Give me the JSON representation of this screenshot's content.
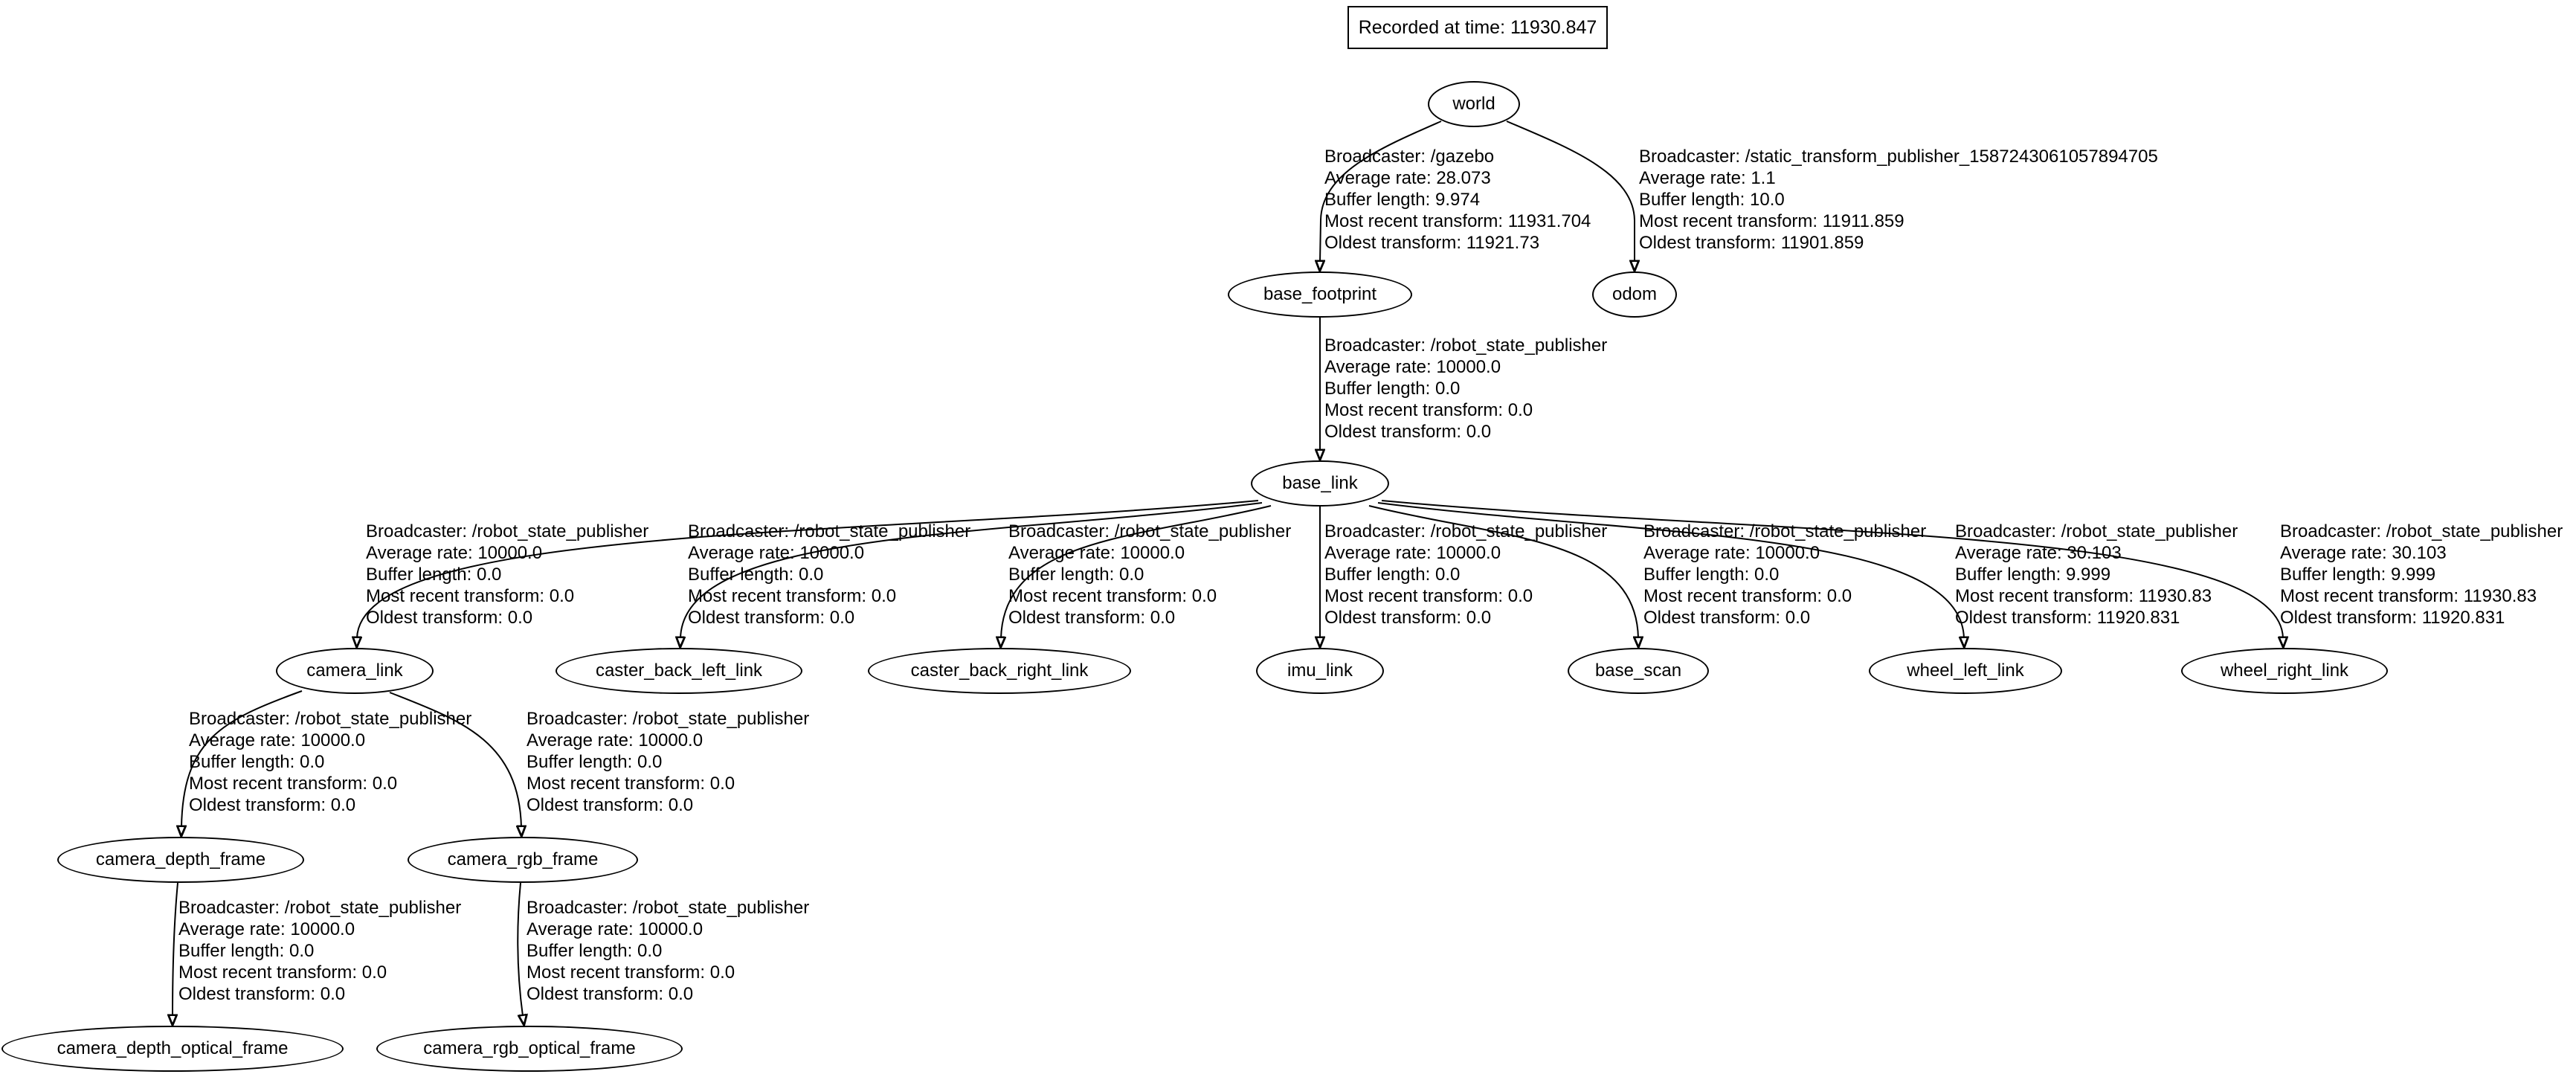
{
  "title": "Recorded at time: 11930.847",
  "nodes": {
    "world": "world",
    "base_footprint": "base_footprint",
    "odom": "odom",
    "base_link": "base_link",
    "camera_link": "camera_link",
    "caster_back_left_link": "caster_back_left_link",
    "caster_back_right_link": "caster_back_right_link",
    "imu_link": "imu_link",
    "base_scan": "base_scan",
    "wheel_left_link": "wheel_left_link",
    "wheel_right_link": "wheel_right_link",
    "camera_depth_frame": "camera_depth_frame",
    "camera_rgb_frame": "camera_rgb_frame",
    "camera_depth_optical_frame": "camera_depth_optical_frame",
    "camera_rgb_optical_frame": "camera_rgb_optical_frame"
  },
  "edges": [
    {
      "from": "world",
      "to": "base_footprint",
      "lines": [
        "Broadcaster: /gazebo",
        "Average rate: 28.073",
        "Buffer length: 9.974",
        "Most recent transform: 11931.704",
        "Oldest transform: 11921.73"
      ]
    },
    {
      "from": "world",
      "to": "odom",
      "lines": [
        "Broadcaster: /static_transform_publisher_1587243061057894705",
        "Average rate: 1.1",
        "Buffer length: 10.0",
        "Most recent transform: 11911.859",
        "Oldest transform: 11901.859"
      ]
    },
    {
      "from": "base_footprint",
      "to": "base_link",
      "lines": [
        "Broadcaster: /robot_state_publisher",
        "Average rate: 10000.0",
        "Buffer length: 0.0",
        "Most recent transform: 0.0",
        "Oldest transform: 0.0"
      ]
    },
    {
      "from": "base_link",
      "to": "camera_link",
      "lines": [
        "Broadcaster: /robot_state_publisher",
        "Average rate: 10000.0",
        "Buffer length: 0.0",
        "Most recent transform: 0.0",
        "Oldest transform: 0.0"
      ]
    },
    {
      "from": "base_link",
      "to": "caster_back_left_link",
      "lines": [
        "Broadcaster: /robot_state_publisher",
        "Average rate: 10000.0",
        "Buffer length: 0.0",
        "Most recent transform: 0.0",
        "Oldest transform: 0.0"
      ]
    },
    {
      "from": "base_link",
      "to": "caster_back_right_link",
      "lines": [
        "Broadcaster: /robot_state_publisher",
        "Average rate: 10000.0",
        "Buffer length: 0.0",
        "Most recent transform: 0.0",
        "Oldest transform: 0.0"
      ]
    },
    {
      "from": "base_link",
      "to": "imu_link",
      "lines": [
        "Broadcaster: /robot_state_publisher",
        "Average rate: 10000.0",
        "Buffer length: 0.0",
        "Most recent transform: 0.0",
        "Oldest transform: 0.0"
      ]
    },
    {
      "from": "base_link",
      "to": "base_scan",
      "lines": [
        "Broadcaster: /robot_state_publisher",
        "Average rate: 10000.0",
        "Buffer length: 0.0",
        "Most recent transform: 0.0",
        "Oldest transform: 0.0"
      ]
    },
    {
      "from": "base_link",
      "to": "wheel_left_link",
      "lines": [
        "Broadcaster: /robot_state_publisher",
        "Average rate: 30.103",
        "Buffer length: 9.999",
        "Most recent transform: 11930.83",
        "Oldest transform: 11920.831"
      ]
    },
    {
      "from": "base_link",
      "to": "wheel_right_link",
      "lines": [
        "Broadcaster: /robot_state_publisher",
        "Average rate: 30.103",
        "Buffer length: 9.999",
        "Most recent transform: 11930.83",
        "Oldest transform: 11920.831"
      ]
    },
    {
      "from": "camera_link",
      "to": "camera_depth_frame",
      "lines": [
        "Broadcaster: /robot_state_publisher",
        "Average rate: 10000.0",
        "Buffer length: 0.0",
        "Most recent transform: 0.0",
        "Oldest transform: 0.0"
      ]
    },
    {
      "from": "camera_link",
      "to": "camera_rgb_frame",
      "lines": [
        "Broadcaster: /robot_state_publisher",
        "Average rate: 10000.0",
        "Buffer length: 0.0",
        "Most recent transform: 0.0",
        "Oldest transform: 0.0"
      ]
    },
    {
      "from": "camera_depth_frame",
      "to": "camera_depth_optical_frame",
      "lines": [
        "Broadcaster: /robot_state_publisher",
        "Average rate: 10000.0",
        "Buffer length: 0.0",
        "Most recent transform: 0.0",
        "Oldest transform: 0.0"
      ]
    },
    {
      "from": "camera_rgb_frame",
      "to": "camera_rgb_optical_frame",
      "lines": [
        "Broadcaster: /robot_state_publisher",
        "Average rate: 10000.0",
        "Buffer length: 0.0",
        "Most recent transform: 0.0",
        "Oldest transform: 0.0"
      ]
    }
  ]
}
